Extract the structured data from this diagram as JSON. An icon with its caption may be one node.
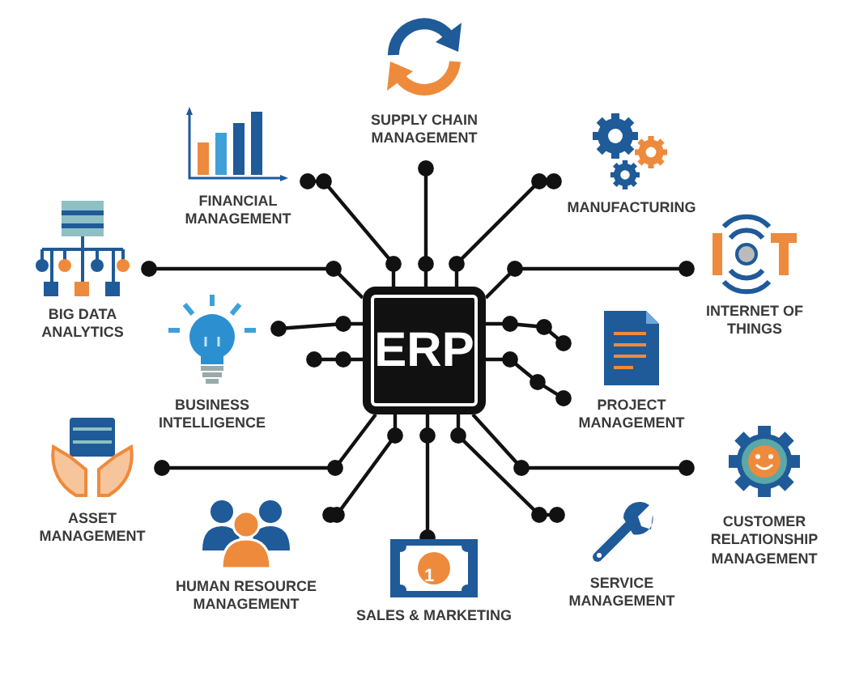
{
  "diagram": {
    "nodes": [
      {
        "text": [
          "SUPPLY CHAIN MANAGEMENT"
        ]
      },
      {
        "text": [
          "FINANCIAL MANAGEMENT"
        ]
      },
      {
        "text": [
          "MANUFACTURING"
        ]
      },
      {
        "text": [
          "BIG DATA ANALYTICS"
        ]
      },
      {
        "text": [
          "INTERNET OF THINGS"
        ]
      },
      {
        "text": [
          "ERP"
        ]
      },
      {
        "text": [
          "BUSINESS INTELLIGENCE"
        ]
      },
      {
        "text": [
          "PROJECT MANAGEMENT"
        ]
      },
      {
        "text": [
          "ASSET MANAGEMENT"
        ]
      },
      {
        "text": [
          "CUSTOMER RELATIONSHIP MANAGEMENT"
        ]
      },
      {
        "text": [
          "HUMAN RESOURCE MANAGEMENT"
        ]
      },
      {
        "text": [
          "SERVICE MANAGEMENT"
        ]
      },
      {
        "text": [
          "SALES & MARKETING"
        ]
      }
    ],
    "edges": [
      {
        "from": 5,
        "to": 0,
        "arrow": "other"
      },
      {
        "from": 5,
        "to": 1,
        "arrow": "other"
      },
      {
        "from": 5,
        "to": 2,
        "arrow": "other"
      },
      {
        "from": 5,
        "to": 3,
        "arrow": "other"
      },
      {
        "from": 5,
        "to": 4,
        "arrow": "other"
      },
      {
        "from": 5,
        "to": 6,
        "arrow": "other"
      },
      {
        "from": 5,
        "to": 7,
        "arrow": "other"
      },
      {
        "from": 5,
        "to": null,
        "arrow": "other"
      },
      {
        "from": 5,
        "to": 7,
        "arrow": "other"
      },
      {
        "from": 5,
        "to": 8,
        "arrow": "other"
      },
      {
        "from": 5,
        "to": 9,
        "arrow": "other"
      },
      {
        "from": 5,
        "to": 10,
        "arrow": "other"
      },
      {
        "from": 5,
        "to": 12,
        "arrow": "other"
      },
      {
        "from": 5,
        "to": 11,
        "arrow": "other"
      }
    ],
    "labels": [
      "1"
    ]
  }
}
